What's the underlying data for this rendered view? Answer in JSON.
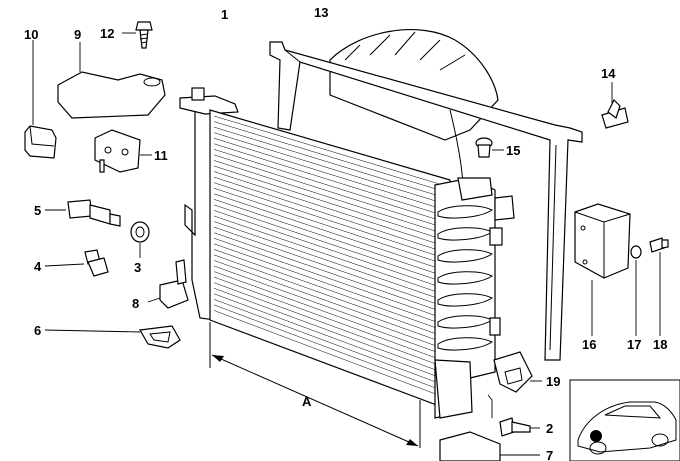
{
  "diagram": {
    "callouts": [
      {
        "id": "1",
        "text": "1"
      },
      {
        "id": "2",
        "text": "2"
      },
      {
        "id": "3",
        "text": "3"
      },
      {
        "id": "4",
        "text": "4"
      },
      {
        "id": "5",
        "text": "5"
      },
      {
        "id": "6",
        "text": "6"
      },
      {
        "id": "7",
        "text": "7"
      },
      {
        "id": "8",
        "text": "8"
      },
      {
        "id": "9",
        "text": "9"
      },
      {
        "id": "10",
        "text": "10"
      },
      {
        "id": "11",
        "text": "11"
      },
      {
        "id": "12",
        "text": "12"
      },
      {
        "id": "13",
        "text": "13"
      },
      {
        "id": "14",
        "text": "14"
      },
      {
        "id": "15",
        "text": "15"
      },
      {
        "id": "16",
        "text": "16"
      },
      {
        "id": "17",
        "text": "17"
      },
      {
        "id": "18",
        "text": "18"
      },
      {
        "id": "19",
        "text": "19"
      }
    ],
    "dimension_label": "A",
    "colors": {
      "line": "#000000",
      "background": "#ffffff",
      "fill": "#ffffff"
    }
  }
}
